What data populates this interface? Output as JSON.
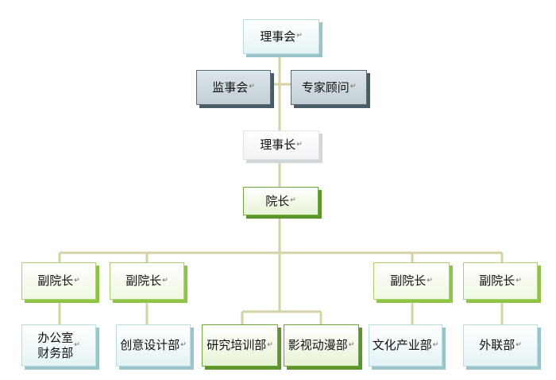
{
  "mark": "↵",
  "colors": {
    "connector": "#d4d3a3"
  },
  "nodes": {
    "council": "理事会",
    "supervisors": "监事会",
    "experts": "专家顾问",
    "chairman": "理事长",
    "president": "院长",
    "vp1": "副院长",
    "vp2": "副院长",
    "vp3": "副院长",
    "vp4": "副院长",
    "office": "办公室\n财务部",
    "design": "创意设计部",
    "research": "研究培训部",
    "animation": "影视动漫部",
    "culture": "文化产业部",
    "liaison": "外联部"
  }
}
